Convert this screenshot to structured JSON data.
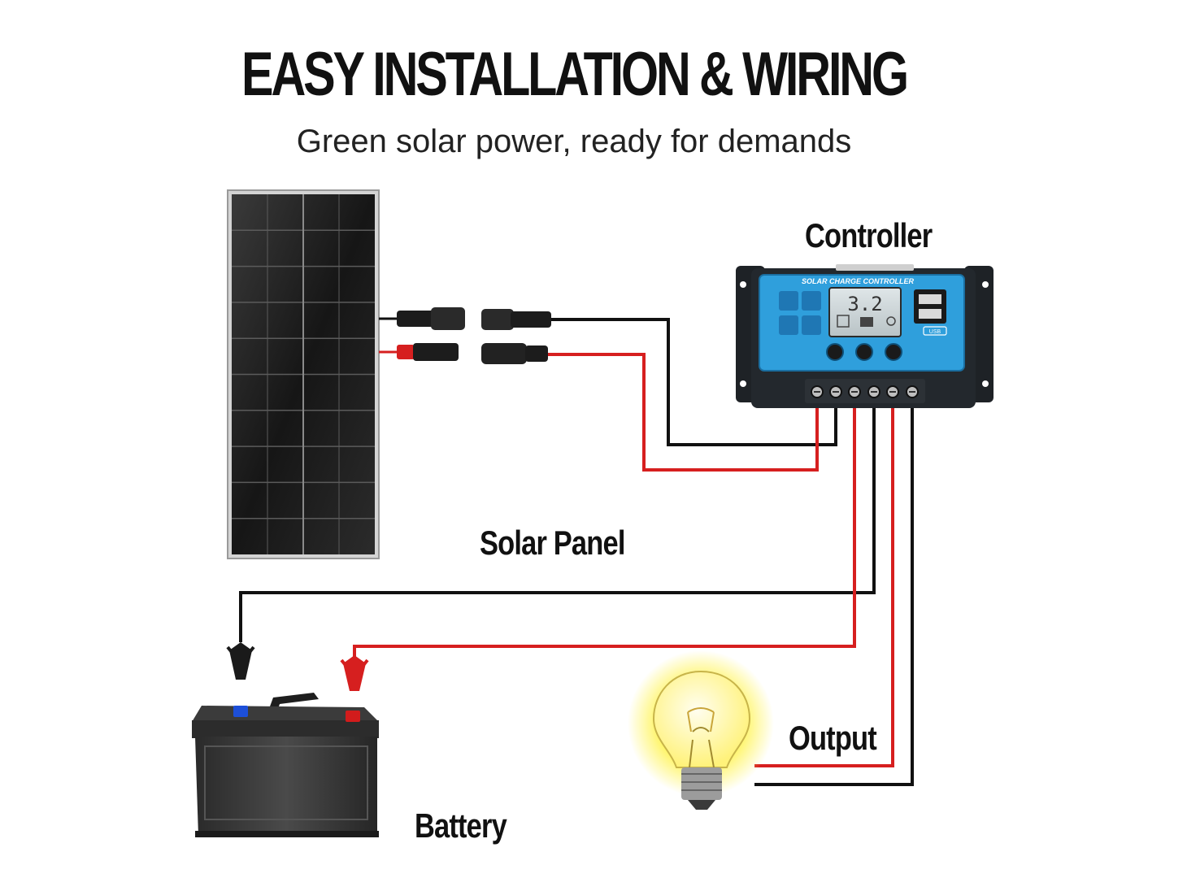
{
  "header": {
    "title": "EASY INSTALLATION & WIRING",
    "subtitle": "Green solar power, ready for demands"
  },
  "labels": {
    "controller": "Controller",
    "solar_panel": "Solar Panel",
    "battery": "Battery",
    "output": "Output"
  },
  "controller": {
    "faceplate_text": "SOLAR CHARGE CONTROLLER",
    "display_value": "3.2",
    "usb_label": "USB"
  },
  "colors": {
    "positive_wire": "#d61f1f",
    "negative_wire": "#111111",
    "controller_face": "#2f9fdc",
    "bulb_glow": "#fff45a",
    "battery_positive": "#d21c1c",
    "battery_negative": "#1d4fd8"
  }
}
